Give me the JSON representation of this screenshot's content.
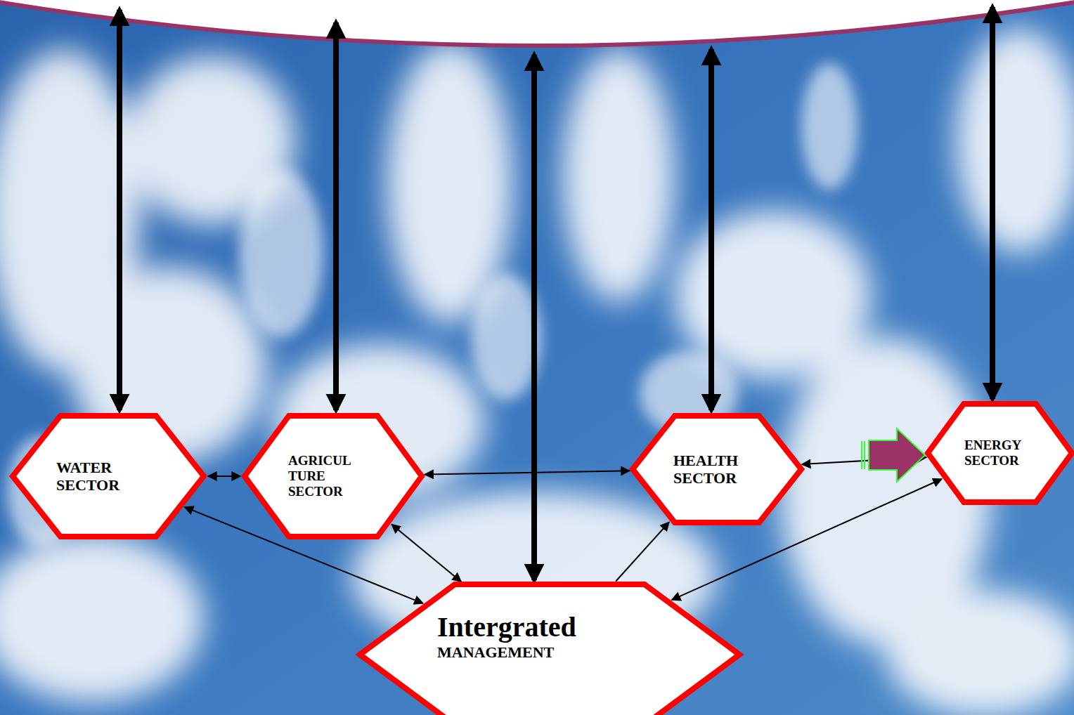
{
  "diagram": {
    "nodes": [
      {
        "text": [
          "WATER SECTOR"
        ]
      },
      {
        "text": [
          "AGRICUL TURE SECTOR"
        ]
      },
      {
        "text": [
          "HEALTH SECTOR"
        ]
      },
      {
        "text": [
          "ENERGY SECTOR"
        ]
      },
      {
        "text": [
          "Intergrated",
          "MANAGEMENT"
        ]
      }
    ],
    "edges": [
      {
        "from": 0,
        "to": 1,
        "arrow": "both"
      },
      {
        "from": 1,
        "to": 2,
        "arrow": "both"
      },
      {
        "from": 2,
        "to": 3,
        "arrow": "both"
      },
      {
        "from": 0,
        "to": 4,
        "arrow": "both"
      },
      {
        "from": 1,
        "to": 4,
        "arrow": "both"
      },
      {
        "from": 4,
        "to": 2,
        "arrow": "to"
      },
      {
        "from": 3,
        "to": 4,
        "arrow": "both"
      }
    ]
  }
}
